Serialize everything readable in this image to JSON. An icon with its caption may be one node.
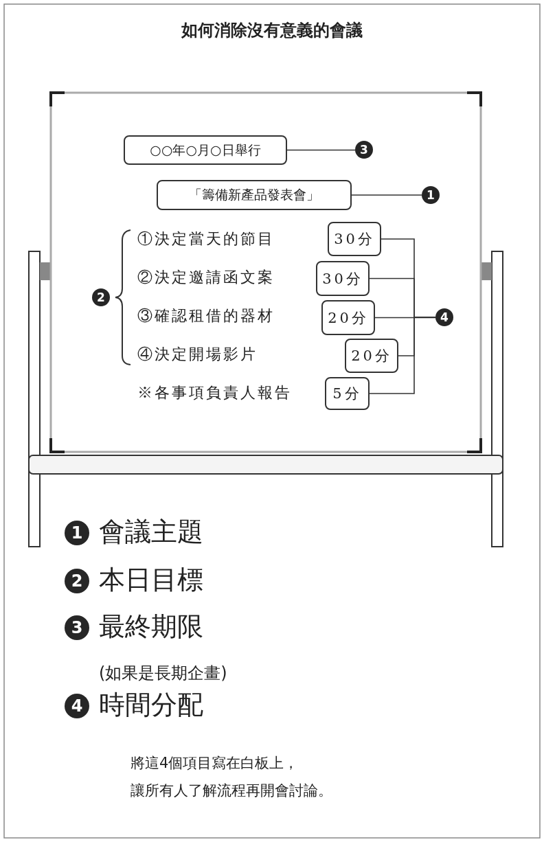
{
  "diagram": {
    "title": "如何消除沒有意義的會議",
    "nodes": [
      {
        "text": [
          "○○年○月○日舉行"
        ]
      },
      {
        "text": [
          "3"
        ]
      },
      {
        "text": [
          "「籌備新產品發表會」"
        ]
      },
      {
        "text": [
          "1"
        ]
      },
      {
        "text": [
          "2"
        ]
      },
      {
        "text": [
          "30分"
        ]
      },
      {
        "text": [
          "30分"
        ]
      },
      {
        "text": [
          "20分"
        ]
      },
      {
        "text": [
          "20分"
        ]
      },
      {
        "text": [
          "5分"
        ]
      },
      {
        "text": [
          "4"
        ]
      },
      {
        "text": [
          "1"
        ],
        "beside": [
          "會議主題"
        ]
      },
      {
        "text": [
          "2"
        ],
        "beside": [
          "本日目標"
        ]
      },
      {
        "text": [
          "3"
        ],
        "beside": [
          "最終期限",
          "(如果是長期企畫)"
        ]
      },
      {
        "text": [
          "4"
        ],
        "beside": [
          "時間分配"
        ]
      }
    ],
    "edges": [
      {
        "from": 0,
        "to": 1,
        "arrow": "none"
      },
      {
        "from": 2,
        "to": 3,
        "arrow": "none"
      },
      {
        "from": 5,
        "to": 10,
        "arrow": "none"
      },
      {
        "from": 6,
        "to": 10,
        "arrow": "none"
      },
      {
        "from": 7,
        "to": 10,
        "arrow": "none"
      },
      {
        "from": 8,
        "to": 10,
        "arrow": "none"
      },
      {
        "from": 9,
        "to": 10,
        "arrow": "none"
      }
    ],
    "labels": [
      "①決定當天的節目",
      "②決定邀請函文案",
      "③確認租借的器材",
      "④決定開場影片",
      "※各事項負責人報告",
      "將這4個項目寫在白板上，",
      "讓所有人了解流程再開會討論。"
    ]
  }
}
